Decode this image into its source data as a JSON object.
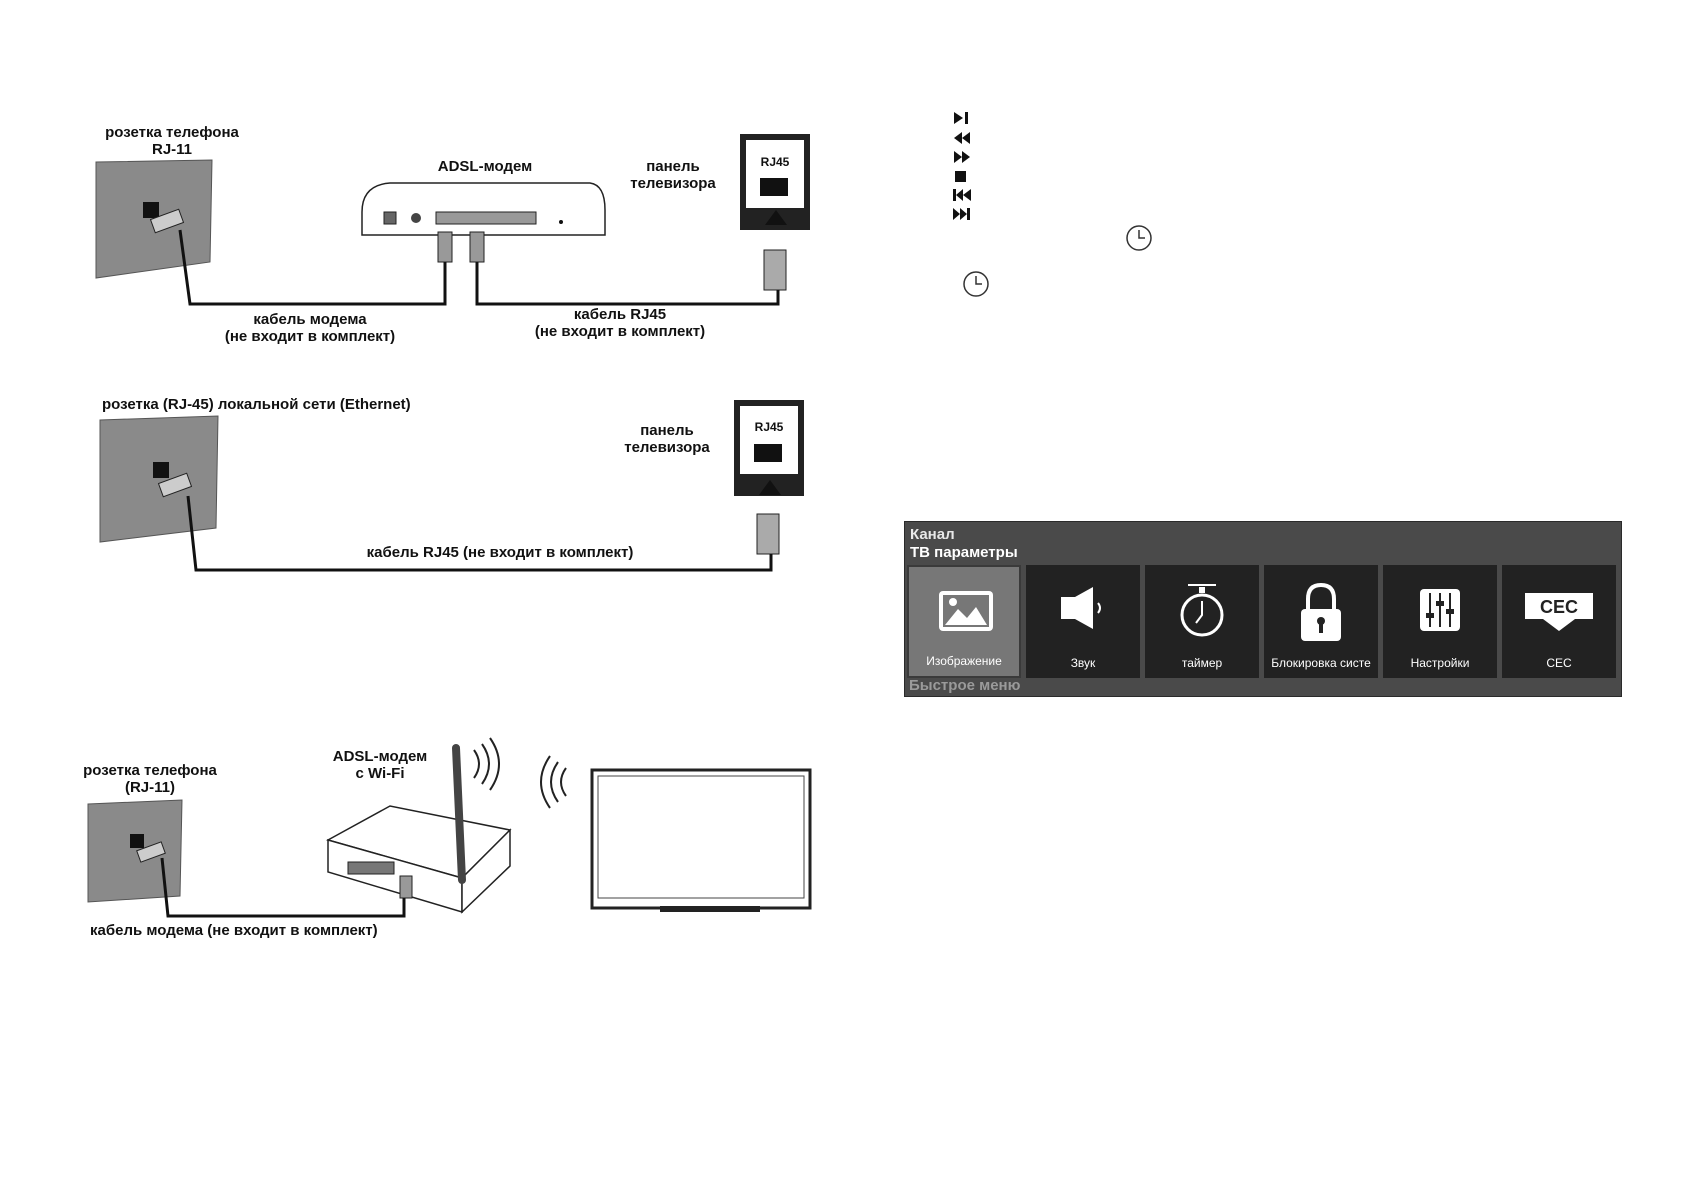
{
  "diagram1": {
    "phone_socket": "розетка телефона\nRJ-11",
    "modem": "ADSL-модем",
    "tv_panel": "панель\nтелевизора",
    "port": "RJ45",
    "modem_cable": "кабель модема\n(не входит в комплект)",
    "rj45_cable": "кабель  RJ45\n(не входит в комплект)"
  },
  "diagram2": {
    "lan_socket": "розетка (RJ-45) локальной сети (Ethernet)",
    "tv_panel": "панель\nтелевизора",
    "port": "RJ45",
    "rj45_cable": "кабель RJ45 (не входит в комплект)"
  },
  "diagram3": {
    "phone_socket": "розетка телефона\n(RJ-11)",
    "modem": "ADSL-модем\nс Wi-Fi",
    "modem_cable": "кабель модема (не входит в комплект)"
  },
  "legend": {
    "icons": [
      "play-pause-icon",
      "rewind-icon",
      "fast-forward-icon",
      "stop-icon",
      "previous-icon",
      "next-icon",
      "clock-icon",
      "clock-icon"
    ]
  },
  "tv_menu": {
    "breadcrumb": "Канал",
    "title": "ТВ параметры",
    "footer": "Быстрое меню",
    "tiles": [
      {
        "label": "Изображение",
        "icon": "picture-icon",
        "selected": true
      },
      {
        "label": "Звук",
        "icon": "speaker-icon",
        "selected": false
      },
      {
        "label": "таймер",
        "icon": "timer-icon",
        "selected": false
      },
      {
        "label": "Блокировка систе",
        "icon": "lock-icon",
        "selected": false
      },
      {
        "label": "Настройки",
        "icon": "sliders-icon",
        "selected": false
      },
      {
        "label": "CEC",
        "icon": "cec-icon",
        "selected": false
      }
    ],
    "colors": {
      "background": "#4a4a4a",
      "tile": "#222222",
      "selected": "#777777"
    }
  }
}
